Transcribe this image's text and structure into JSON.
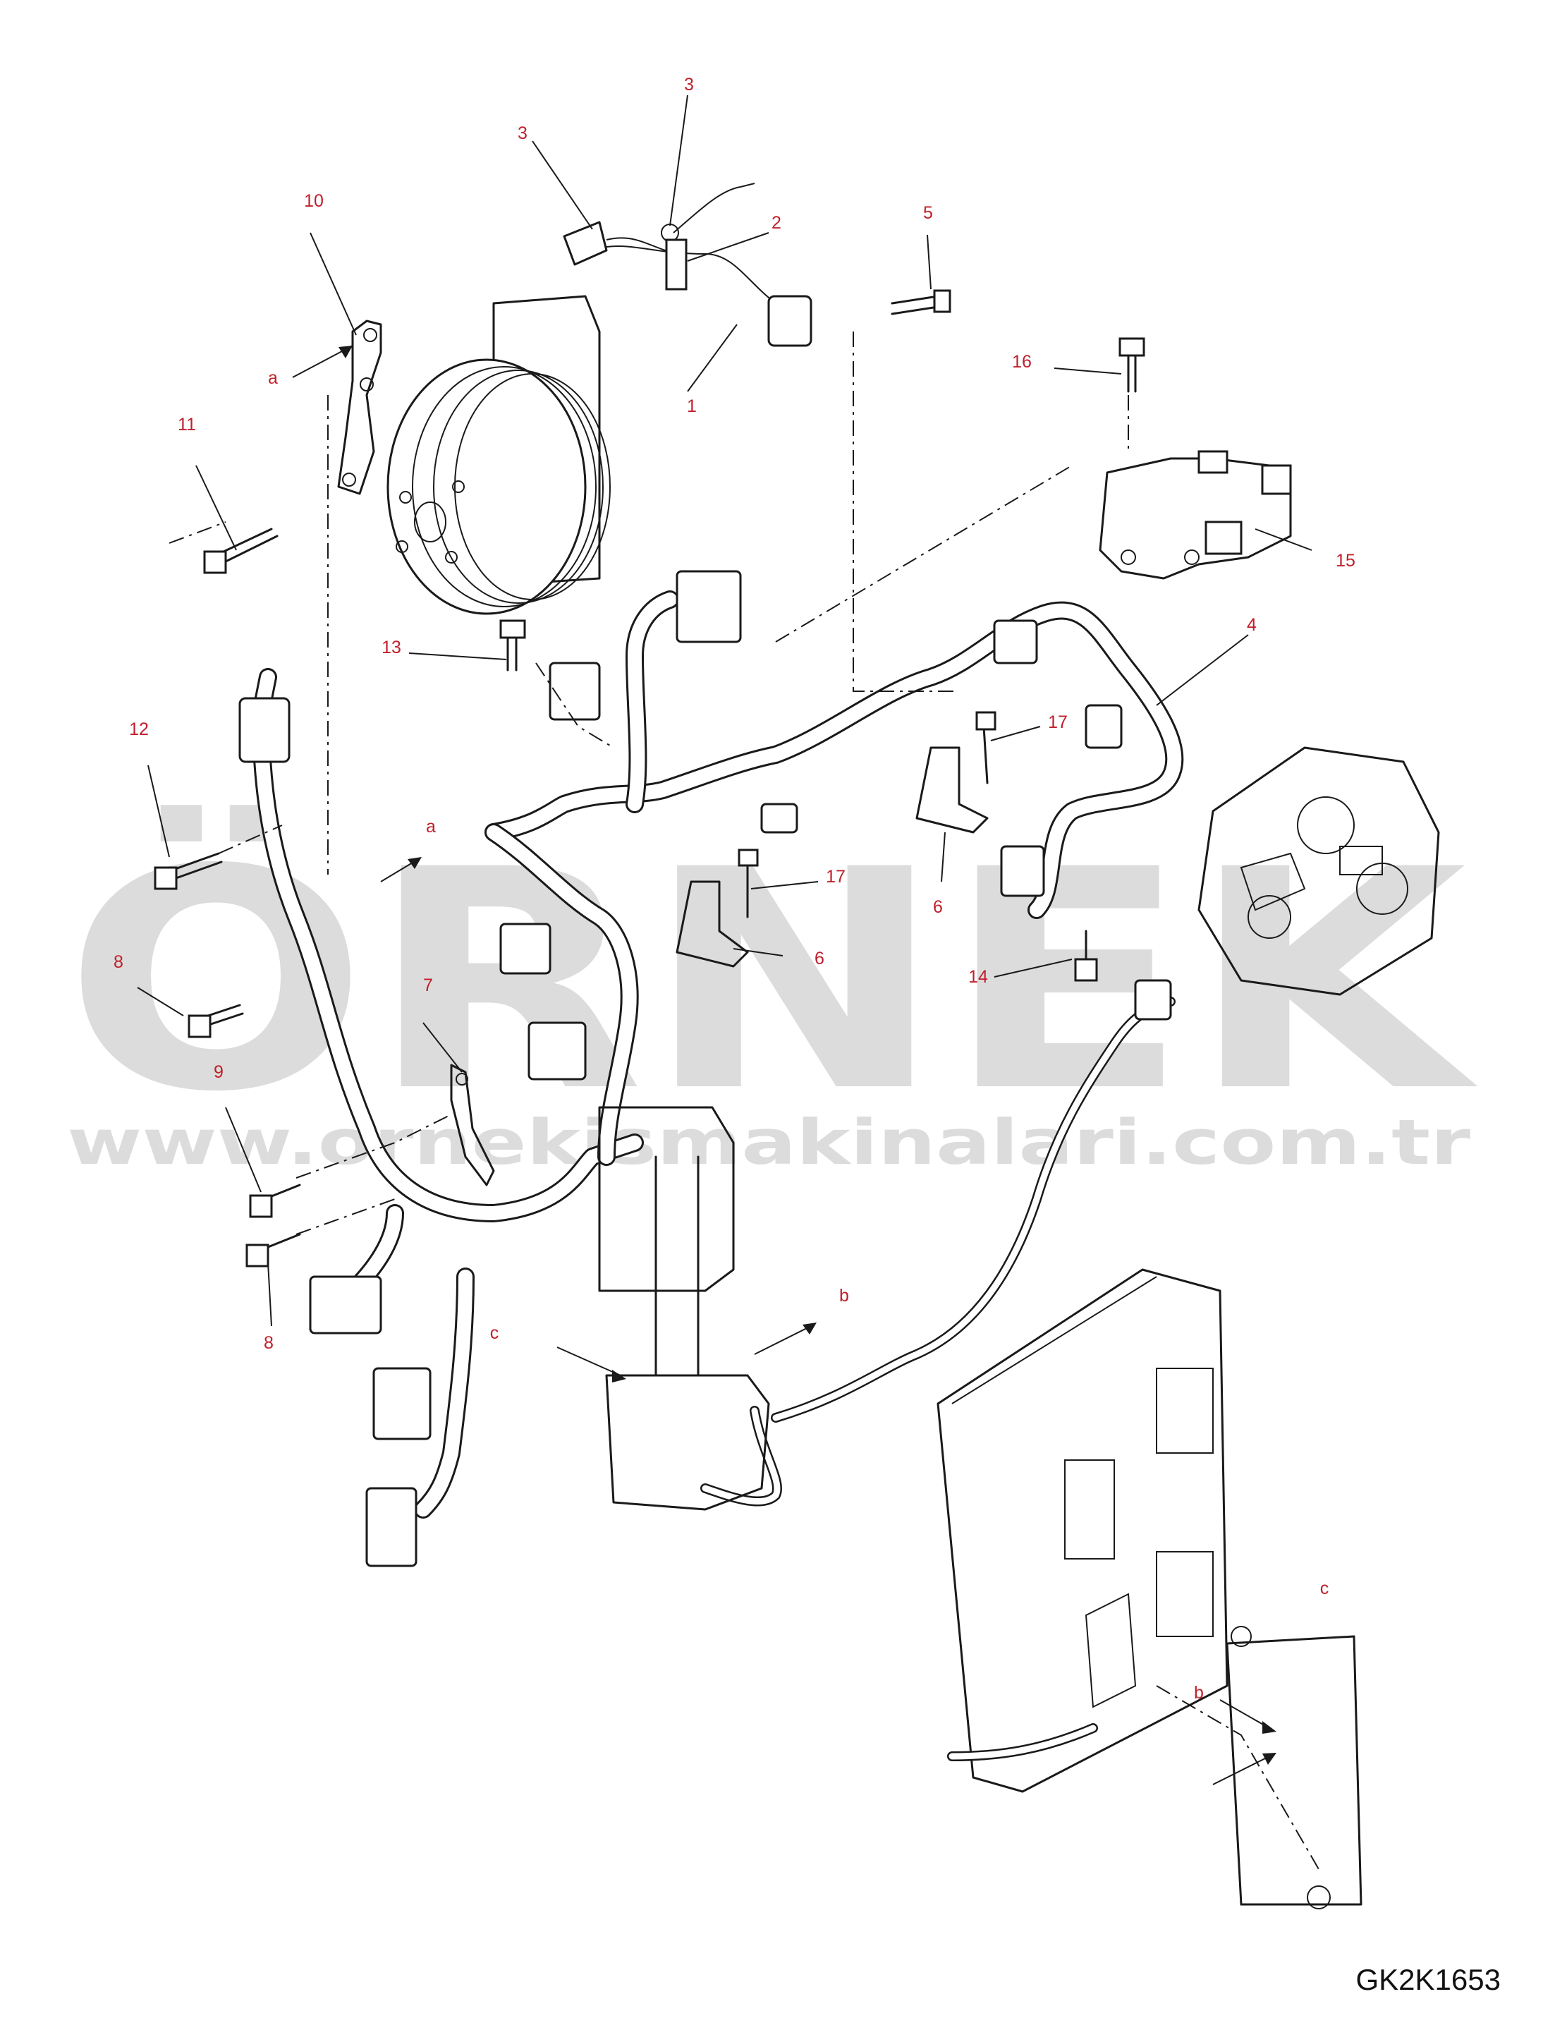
{
  "drawing_id": "GK2K1653",
  "watermark": {
    "logo": "ÖRNEK",
    "url": "www.ornekismakinalari.com.tr"
  },
  "callouts": [
    "1",
    "2",
    "3",
    "3",
    "4",
    "5",
    "6",
    "6",
    "7",
    "8",
    "8",
    "9",
    "10",
    "11",
    "12",
    "13",
    "14",
    "15",
    "16",
    "17",
    "17"
  ],
  "callout_labels": {
    "c1": "1",
    "c2": "2",
    "c3a": "3",
    "c3b": "3",
    "c4": "4",
    "c5": "5",
    "c6a": "6",
    "c6b": "6",
    "c7": "7",
    "c8a": "8",
    "c8b": "8",
    "c9": "9",
    "c10": "10",
    "c11": "11",
    "c12": "12",
    "c13": "13",
    "c14": "14",
    "c15": "15",
    "c16": "16",
    "c17a": "17",
    "c17b": "17"
  },
  "connection_letters": {
    "a1": "a",
    "a2": "a",
    "b1": "b",
    "b2": "b",
    "c1": "c",
    "c2": "c"
  },
  "colors": {
    "callout": "#c0202a",
    "line": "#1a1a1a",
    "watermark": "#dcdcdc"
  }
}
